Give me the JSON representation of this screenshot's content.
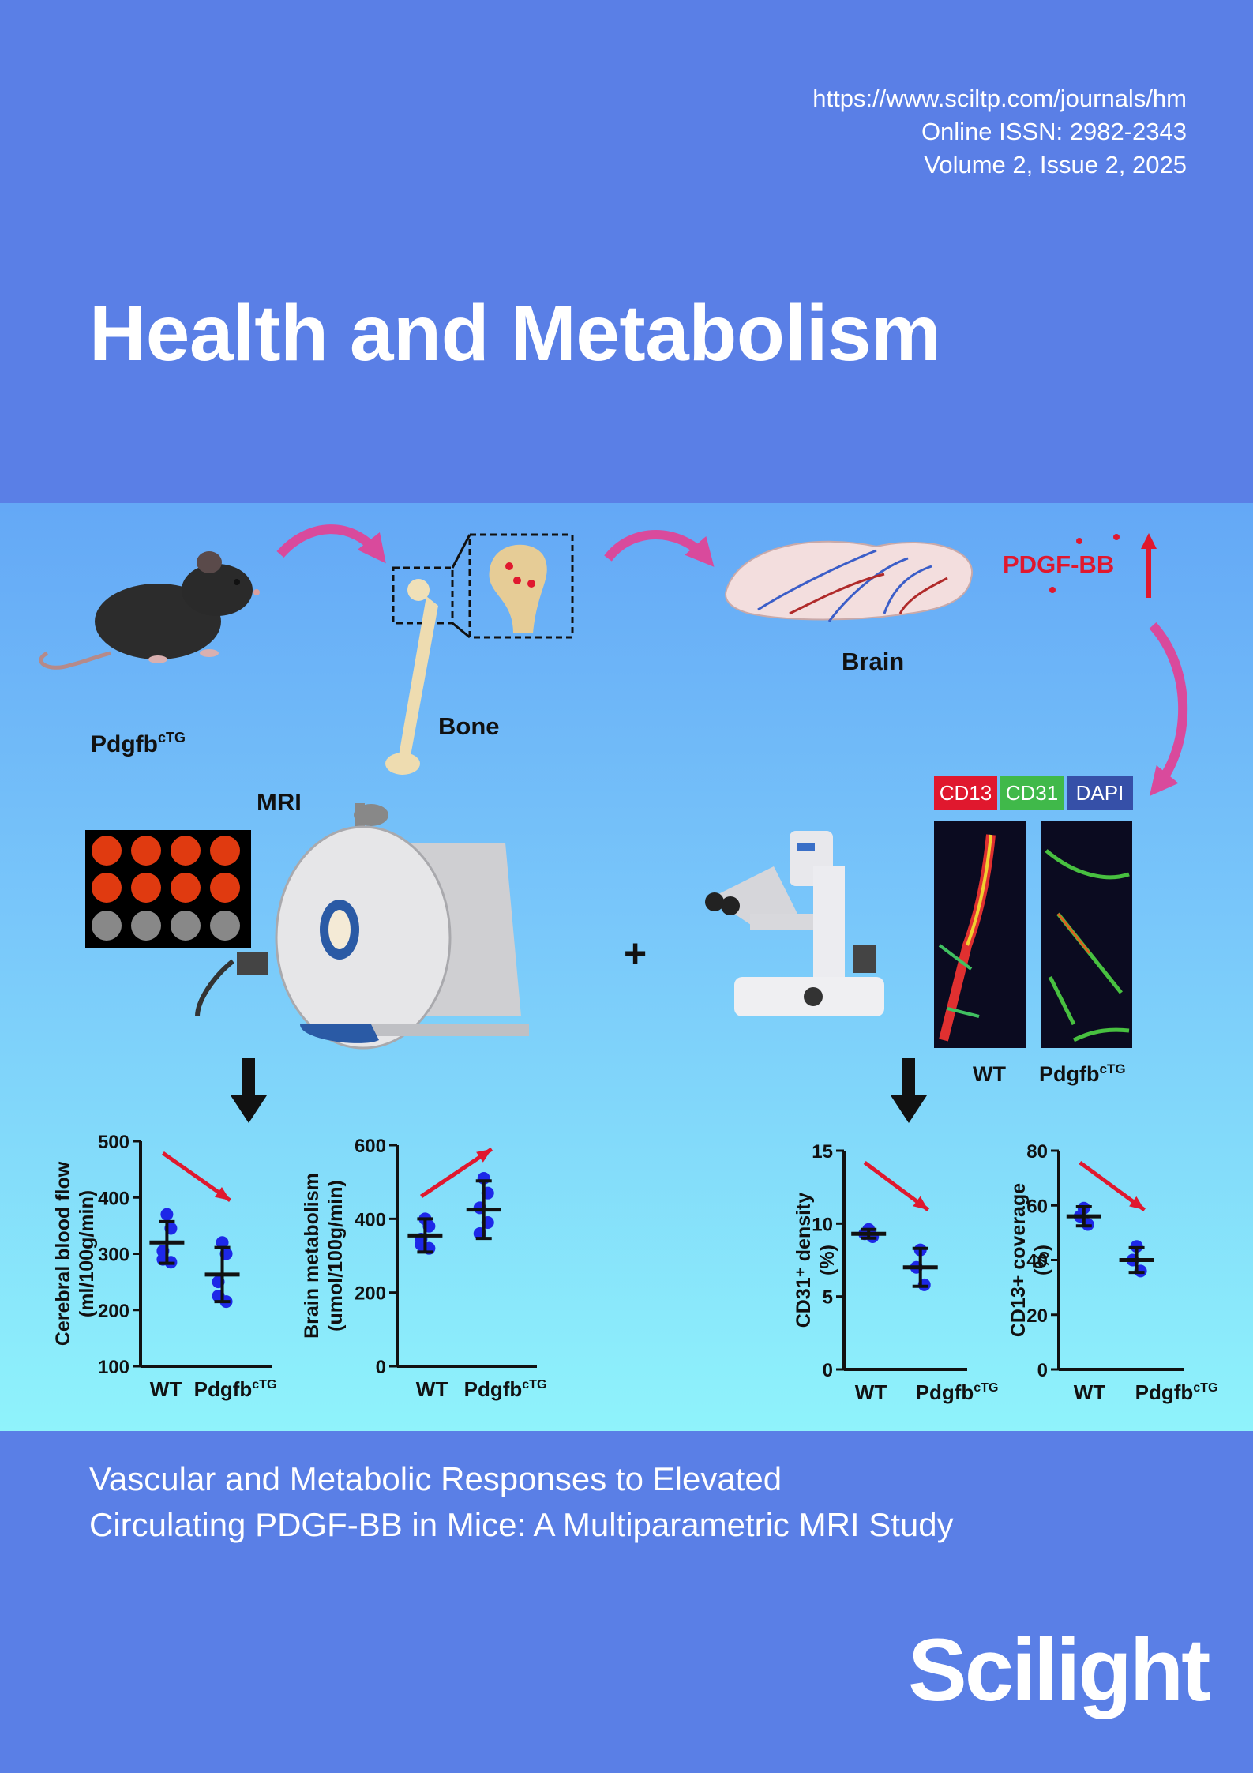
{
  "meta": {
    "url": "https://www.sciltp.com/journals/hm",
    "issn": "Online ISSN: 2982-2343",
    "volume": "Volume 2, Issue 2, 2025"
  },
  "journal_title": "Health and Metabolism",
  "graphic": {
    "label_pdgfb": "Pdgfb",
    "label_ctg": "cTG",
    "label_bone": "Bone",
    "label_brain": "Brain",
    "label_pdgfbb": "PDGF-BB",
    "label_mri": "MRI",
    "label_plus": "+",
    "stain_cd13": "CD13",
    "stain_cd31": "CD31",
    "stain_dapi": "DAPI",
    "micro_wt": "WT",
    "colors": {
      "red": "#e0182e",
      "blue": "#1d28e8",
      "magenta": "#d94a9c"
    }
  },
  "chart_data": [
    {
      "type": "scatter",
      "ylabel": "Cerebral blood flow (ml/100g/min)",
      "categories": [
        "WT",
        "Pdgfb"
      ],
      "ylim": [
        100,
        500
      ],
      "yticks": [
        100,
        200,
        300,
        400,
        500
      ],
      "means": [
        320,
        263
      ],
      "sd": [
        37,
        48
      ],
      "points": [
        [
          370,
          345,
          290,
          285,
          305
        ],
        [
          320,
          300,
          250,
          215,
          225
        ]
      ],
      "trend": "down"
    },
    {
      "type": "scatter",
      "ylabel": "Brain metabolism (umol/100g/min)",
      "categories": [
        "WT",
        "Pdgfb"
      ],
      "ylim": [
        0,
        600
      ],
      "yticks": [
        0,
        200,
        400,
        600
      ],
      "means": [
        355,
        425
      ],
      "sd": [
        45,
        78
      ],
      "points": [
        [
          400,
          380,
          345,
          320,
          330
        ],
        [
          510,
          470,
          430,
          390,
          360
        ]
      ],
      "trend": "up"
    },
    {
      "type": "scatter",
      "ylabel": "CD31⁺ density (%)",
      "categories": [
        "WT",
        "Pdgfb"
      ],
      "ylim": [
        0,
        15
      ],
      "yticks": [
        0,
        5,
        10,
        15
      ],
      "means": [
        9.3,
        7.0
      ],
      "sd": [
        0.3,
        1.3
      ],
      "points": [
        [
          9.6,
          9.1,
          9.3
        ],
        [
          8.2,
          5.8,
          7.0
        ]
      ],
      "trend": "down"
    },
    {
      "type": "scatter",
      "ylabel": "CD13+ coverage (%)",
      "categories": [
        "WT",
        "Pdgfb"
      ],
      "ylim": [
        0,
        80
      ],
      "yticks": [
        0,
        20,
        40,
        60,
        80
      ],
      "means": [
        56,
        40
      ],
      "sd": [
        3.5,
        4.5
      ],
      "points": [
        [
          59,
          53,
          56
        ],
        [
          45,
          36,
          40
        ]
      ],
      "trend": "down"
    }
  ],
  "article_title": {
    "line1": "Vascular and Metabolic Responses to Elevated",
    "line2": "Circulating PDGF-BB in Mice: A Multiparametric MRI Study"
  },
  "publisher": "Scilight"
}
